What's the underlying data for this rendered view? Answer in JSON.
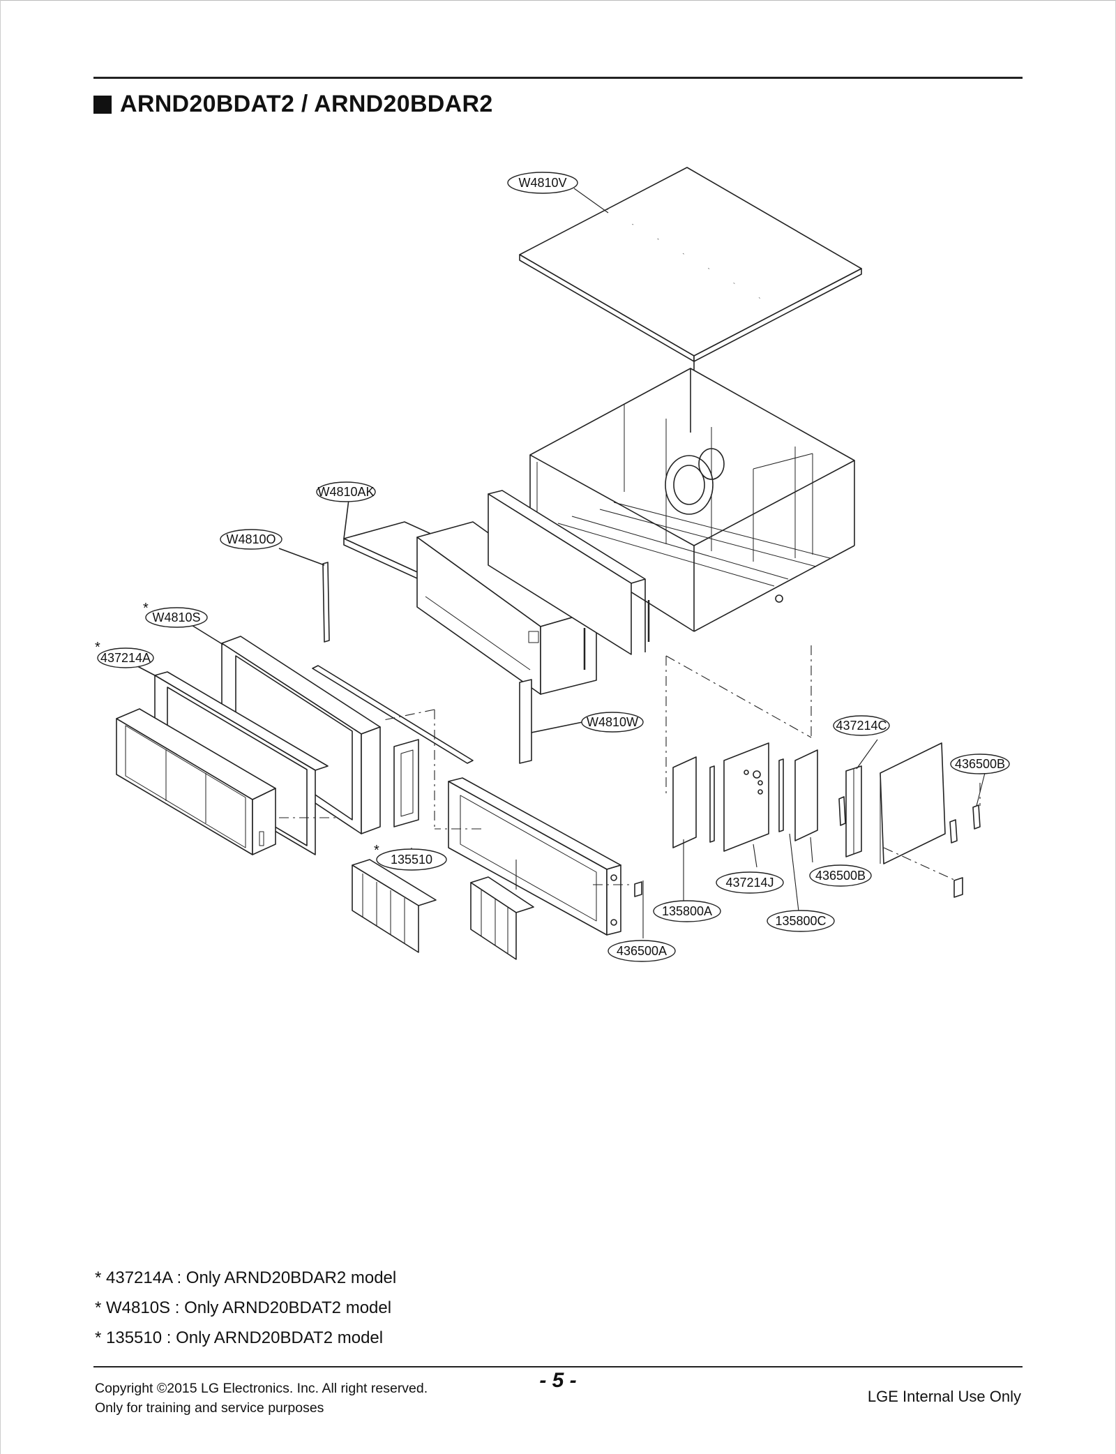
{
  "header": {
    "title": "ARND20BDAT2 / ARND20BDAR2"
  },
  "diagram": {
    "part_labels": [
      {
        "id": "top-panel",
        "text": "W4810V",
        "asterisk": false
      },
      {
        "id": "front-cover",
        "text": "W4810AK",
        "asterisk": false
      },
      {
        "id": "side-rail",
        "text": "W4810O",
        "asterisk": false
      },
      {
        "id": "filter-frame-s",
        "text": "W4810S",
        "asterisk": true
      },
      {
        "id": "grille-a",
        "text": "437214A",
        "asterisk": true
      },
      {
        "id": "bracket-w",
        "text": "W4810W",
        "asterisk": false
      },
      {
        "id": "cover-c",
        "text": "437214C",
        "asterisk": false
      },
      {
        "id": "latch-b-top",
        "text": "436500B",
        "asterisk": false
      },
      {
        "id": "filter-135510",
        "text": "135510",
        "asterisk": true
      },
      {
        "id": "panel-j",
        "text": "437214J",
        "asterisk": false
      },
      {
        "id": "latch-b-bottom",
        "text": "436500B",
        "asterisk": false
      },
      {
        "id": "panel-135800a",
        "text": "135800A",
        "asterisk": false
      },
      {
        "id": "panel-135800c",
        "text": "135800C",
        "asterisk": false
      },
      {
        "id": "latch-a",
        "text": "436500A",
        "asterisk": false
      }
    ],
    "asterisk_symbol": "*"
  },
  "notes": [
    "* 437214A : Only ARND20BDAR2 model",
    "* W4810S : Only ARND20BDAT2 model",
    "* 135510 : Only ARND20BDAT2 model"
  ],
  "footer": {
    "copyright": "Copyright ©2015 LG Electronics. Inc. All right reserved.",
    "purpose": "Only for training and service purposes",
    "page_number": "- 5 -",
    "classification": "LGE Internal Use Only"
  }
}
